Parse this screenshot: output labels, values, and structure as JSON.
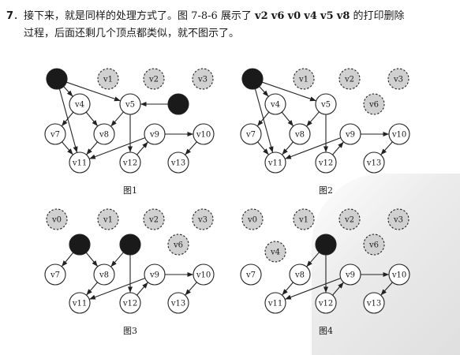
{
  "header": {
    "number": "7",
    "line1_prefix": "．接下来，就是同样的处理方式了。图 7-8-6 展示了 ",
    "sequence": [
      "v2",
      "v6",
      "v0",
      "v4",
      "v5",
      "v8"
    ],
    "line1_suffix": " 的打印删除",
    "line2": "过程，后面还剩几个顶点都类似，就不图示了。"
  },
  "colors": {
    "removed_fill": "#1a1a1a",
    "printed_fill": "#d0d0d0",
    "active_fill": "#ffffff",
    "stroke": "#222222"
  },
  "figures": [
    {
      "caption": "图1",
      "nodes": [
        {
          "id": "v0",
          "label": "",
          "state": "removed"
        },
        {
          "id": "v1",
          "label": "v1",
          "state": "printed"
        },
        {
          "id": "v2",
          "label": "v2",
          "state": "printed"
        },
        {
          "id": "v3",
          "label": "v3",
          "state": "printed"
        },
        {
          "id": "v4",
          "label": "v4",
          "state": "active"
        },
        {
          "id": "v5",
          "label": "v5",
          "state": "active"
        },
        {
          "id": "v6",
          "label": "",
          "state": "removed"
        },
        {
          "id": "v7",
          "label": "v7",
          "state": "active"
        },
        {
          "id": "v8",
          "label": "v8",
          "state": "active"
        },
        {
          "id": "v9",
          "label": "v9",
          "state": "active"
        },
        {
          "id": "v10",
          "label": "v10",
          "state": "active"
        },
        {
          "id": "v11",
          "label": "v11",
          "state": "active"
        },
        {
          "id": "v12",
          "label": "v12",
          "state": "active"
        },
        {
          "id": "v13",
          "label": "v13",
          "state": "active"
        }
      ],
      "edges": [
        [
          "v0",
          "v4"
        ],
        [
          "v0",
          "v5"
        ],
        [
          "v0",
          "v11"
        ],
        [
          "v4",
          "v7"
        ],
        [
          "v4",
          "v8"
        ],
        [
          "v6",
          "v5"
        ],
        [
          "v5",
          "v8"
        ],
        [
          "v5",
          "v12"
        ],
        [
          "v7",
          "v11"
        ],
        [
          "v8",
          "v11"
        ],
        [
          "v9",
          "v11"
        ],
        [
          "v9",
          "v10"
        ],
        [
          "v10",
          "v13"
        ],
        [
          "v12",
          "v9"
        ]
      ]
    },
    {
      "caption": "图2",
      "nodes": [
        {
          "id": "v0",
          "label": "",
          "state": "removed"
        },
        {
          "id": "v1",
          "label": "v1",
          "state": "printed"
        },
        {
          "id": "v2",
          "label": "v2",
          "state": "printed"
        },
        {
          "id": "v3",
          "label": "v3",
          "state": "printed"
        },
        {
          "id": "v4",
          "label": "v4",
          "state": "active"
        },
        {
          "id": "v5",
          "label": "v5",
          "state": "active"
        },
        {
          "id": "v6",
          "label": "v6",
          "state": "printed"
        },
        {
          "id": "v7",
          "label": "v7",
          "state": "active"
        },
        {
          "id": "v8",
          "label": "v8",
          "state": "active"
        },
        {
          "id": "v9",
          "label": "v9",
          "state": "active"
        },
        {
          "id": "v10",
          "label": "v10",
          "state": "active"
        },
        {
          "id": "v11",
          "label": "v11",
          "state": "active"
        },
        {
          "id": "v12",
          "label": "v12",
          "state": "active"
        },
        {
          "id": "v13",
          "label": "v13",
          "state": "active"
        }
      ],
      "edges": [
        [
          "v0",
          "v4"
        ],
        [
          "v0",
          "v5"
        ],
        [
          "v0",
          "v11"
        ],
        [
          "v4",
          "v7"
        ],
        [
          "v4",
          "v8"
        ],
        [
          "v5",
          "v8"
        ],
        [
          "v5",
          "v12"
        ],
        [
          "v7",
          "v11"
        ],
        [
          "v8",
          "v11"
        ],
        [
          "v9",
          "v11"
        ],
        [
          "v9",
          "v10"
        ],
        [
          "v10",
          "v13"
        ],
        [
          "v12",
          "v9"
        ]
      ]
    },
    {
      "caption": "图3",
      "nodes": [
        {
          "id": "v0",
          "label": "v0",
          "state": "printed"
        },
        {
          "id": "v1",
          "label": "v1",
          "state": "printed"
        },
        {
          "id": "v2",
          "label": "v2",
          "state": "printed"
        },
        {
          "id": "v3",
          "label": "v3",
          "state": "printed"
        },
        {
          "id": "v4",
          "label": "",
          "state": "removed"
        },
        {
          "id": "v5",
          "label": "",
          "state": "removed"
        },
        {
          "id": "v6",
          "label": "v6",
          "state": "printed"
        },
        {
          "id": "v7",
          "label": "v7",
          "state": "active"
        },
        {
          "id": "v8",
          "label": "v8",
          "state": "active"
        },
        {
          "id": "v9",
          "label": "v9",
          "state": "active"
        },
        {
          "id": "v10",
          "label": "v10",
          "state": "active"
        },
        {
          "id": "v11",
          "label": "v11",
          "state": "active"
        },
        {
          "id": "v12",
          "label": "v12",
          "state": "active"
        },
        {
          "id": "v13",
          "label": "v13",
          "state": "active"
        }
      ],
      "edges": [
        [
          "v4",
          "v7"
        ],
        [
          "v4",
          "v8"
        ],
        [
          "v5",
          "v8"
        ],
        [
          "v5",
          "v12"
        ],
        [
          "v8",
          "v11"
        ],
        [
          "v9",
          "v11"
        ],
        [
          "v9",
          "v10"
        ],
        [
          "v10",
          "v13"
        ],
        [
          "v12",
          "v9"
        ]
      ]
    },
    {
      "caption": "图4",
      "nodes": [
        {
          "id": "v0",
          "label": "v0",
          "state": "printed"
        },
        {
          "id": "v1",
          "label": "v1",
          "state": "printed"
        },
        {
          "id": "v2",
          "label": "v2",
          "state": "printed"
        },
        {
          "id": "v3",
          "label": "v3",
          "state": "printed"
        },
        {
          "id": "v4",
          "label": "v4",
          "state": "printed"
        },
        {
          "id": "v5",
          "label": "",
          "state": "removed"
        },
        {
          "id": "v6",
          "label": "v6",
          "state": "printed"
        },
        {
          "id": "v7",
          "label": "v7",
          "state": "active"
        },
        {
          "id": "v8",
          "label": "v8",
          "state": "active"
        },
        {
          "id": "v9",
          "label": "v9",
          "state": "active"
        },
        {
          "id": "v10",
          "label": "v10",
          "state": "active"
        },
        {
          "id": "v11",
          "label": "v11",
          "state": "active"
        },
        {
          "id": "v12",
          "label": "v12",
          "state": "active"
        },
        {
          "id": "v13",
          "label": "v13",
          "state": "active"
        }
      ],
      "edges": [
        [
          "v5",
          "v8"
        ],
        [
          "v5",
          "v12"
        ],
        [
          "v8",
          "v11"
        ],
        [
          "v9",
          "v11"
        ],
        [
          "v9",
          "v10"
        ],
        [
          "v10",
          "v13"
        ],
        [
          "v12",
          "v9"
        ]
      ]
    }
  ]
}
